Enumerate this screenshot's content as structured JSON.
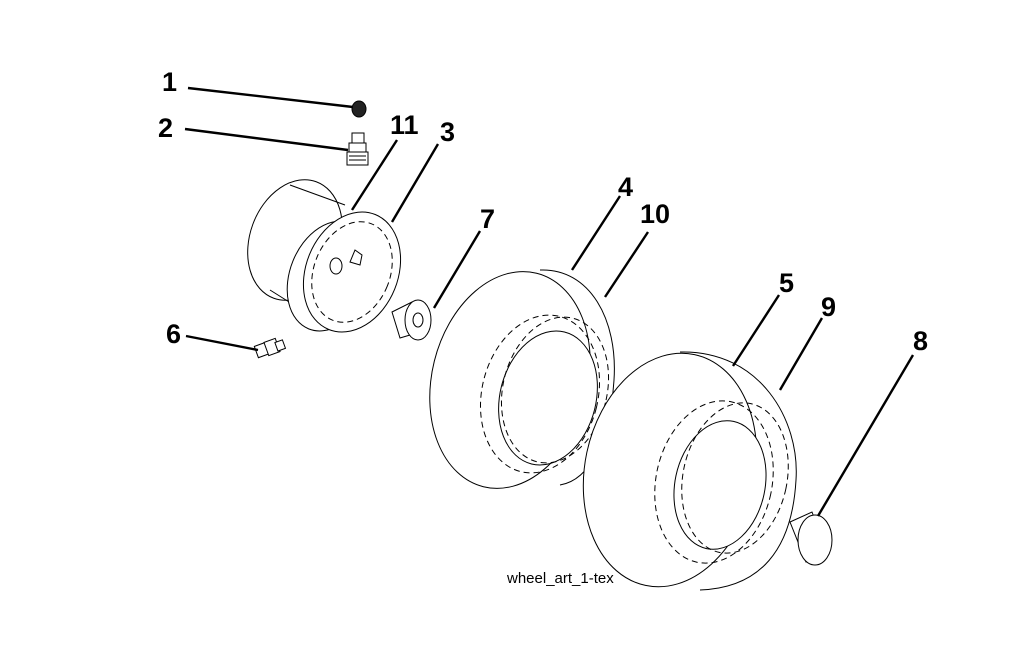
{
  "diagram": {
    "caption": "wheel_art_1-tex",
    "callouts": {
      "c1": "1",
      "c2": "2",
      "c3": "3",
      "c4": "4",
      "c5": "5",
      "c6": "6",
      "c7": "7",
      "c8": "8",
      "c9": "9",
      "c10": "10",
      "c11": "11"
    }
  }
}
